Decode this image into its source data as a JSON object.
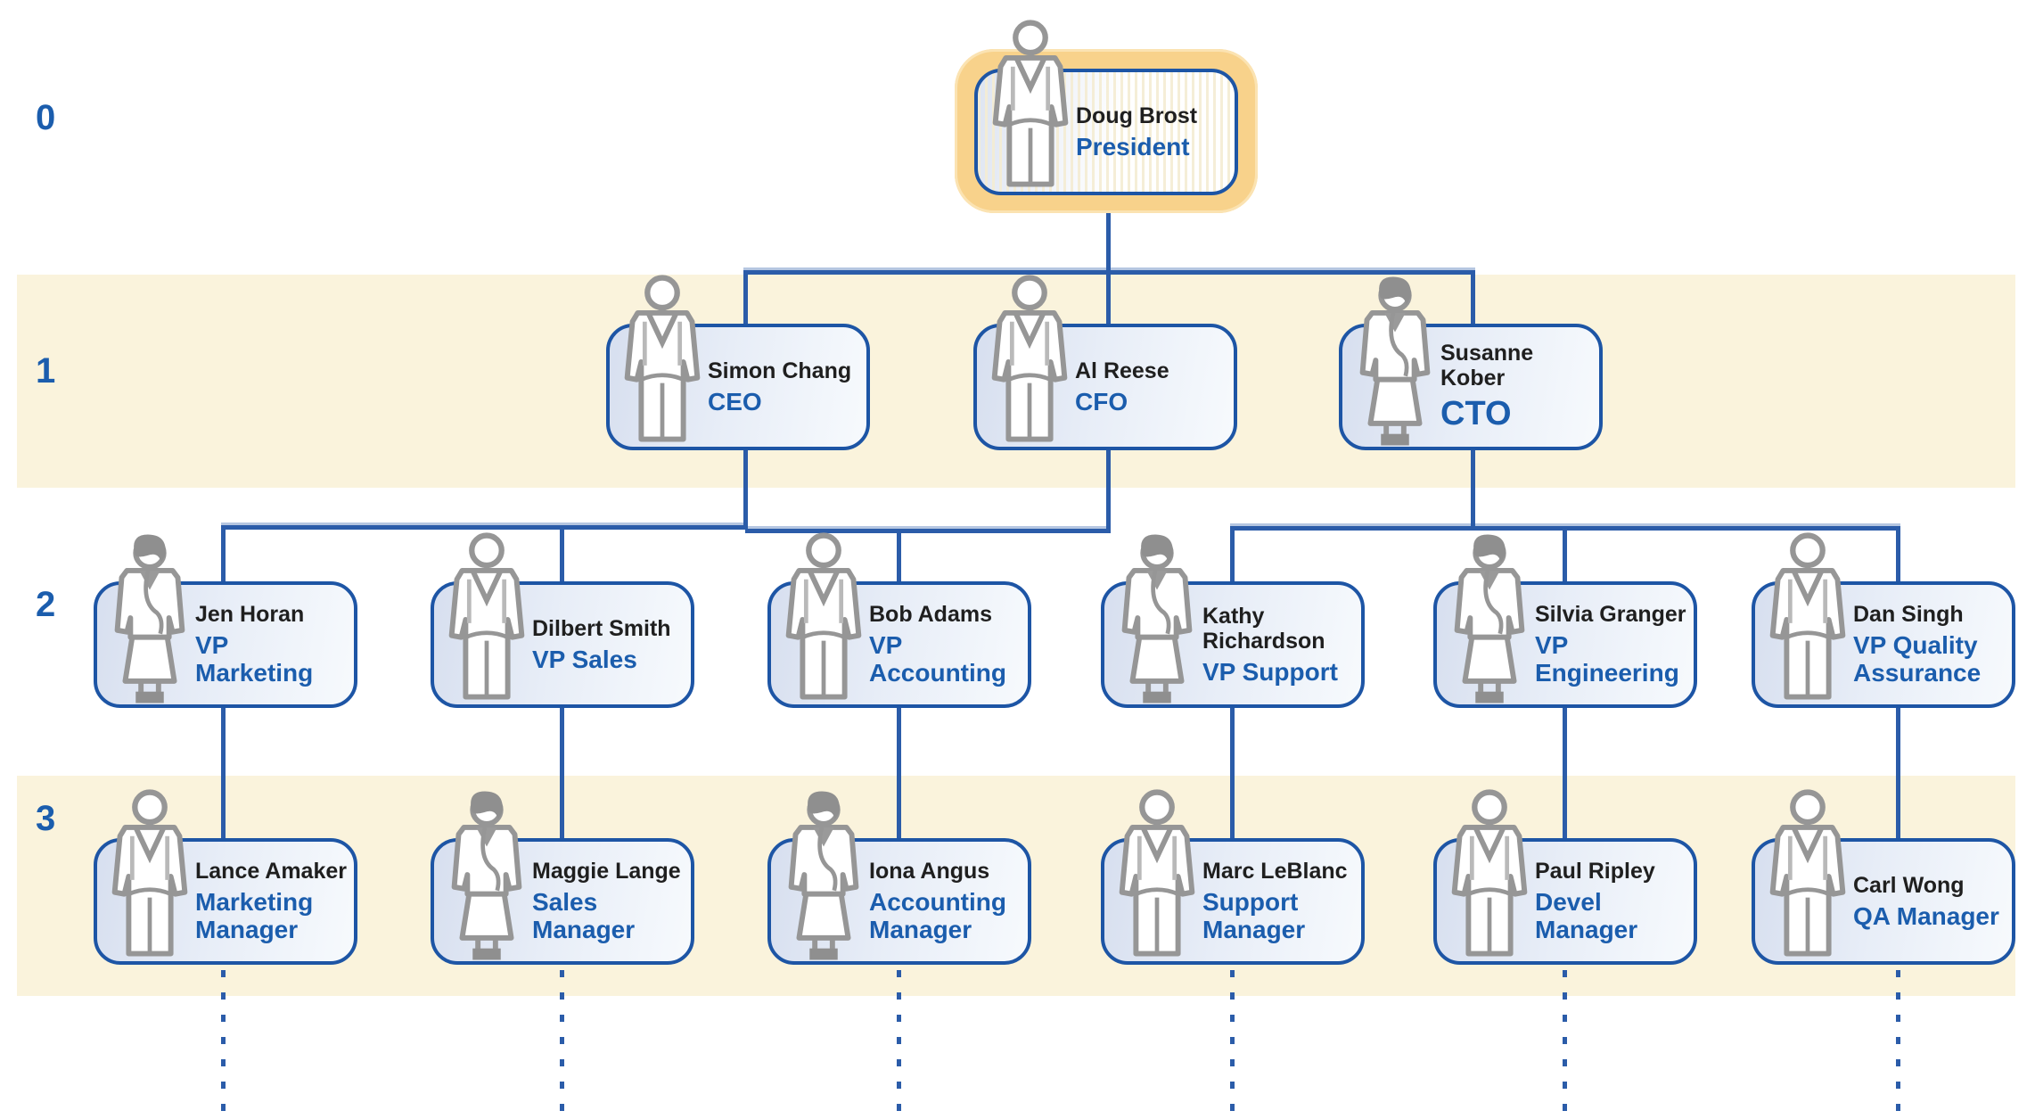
{
  "diagram": {
    "type": "org-chart",
    "levels": [
      {
        "label": "0"
      },
      {
        "label": "1"
      },
      {
        "label": "2"
      },
      {
        "label": "3"
      }
    ],
    "nodes": [
      {
        "name": "Doug Brost",
        "title": "President",
        "icon": "male",
        "level": 0,
        "reports_to": null,
        "highlighted": true
      },
      {
        "name": "Simon Chang",
        "title": "CEO",
        "icon": "male",
        "level": 1,
        "reports_to": "Doug Brost"
      },
      {
        "name": "Al Reese",
        "title": "CFO",
        "icon": "male",
        "level": 1,
        "reports_to": "Doug Brost"
      },
      {
        "name": "Susanne Kober",
        "title": "CTO",
        "icon": "female",
        "level": 1,
        "reports_to": "Doug Brost"
      },
      {
        "name": "Jen Horan",
        "title": "VP\nMarketing",
        "icon": "female",
        "level": 2,
        "reports_to": "Simon Chang"
      },
      {
        "name": "Dilbert Smith",
        "title": "VP Sales",
        "icon": "male",
        "level": 2,
        "reports_to": "Simon Chang"
      },
      {
        "name": "Bob Adams",
        "title": "VP\nAccounting",
        "icon": "male",
        "level": 2,
        "reports_to": "Al Reese"
      },
      {
        "name": "Kathy\nRichardson",
        "title": "VP Support",
        "icon": "female",
        "level": 2,
        "reports_to": "Susanne Kober"
      },
      {
        "name": "Silvia Granger",
        "title": "VP\nEngineering",
        "icon": "female",
        "level": 2,
        "reports_to": "Susanne Kober"
      },
      {
        "name": "Dan Singh",
        "title": "VP Quality\nAssurance",
        "icon": "male",
        "level": 2,
        "reports_to": "Susanne Kober"
      },
      {
        "name": "Lance Amaker",
        "title": "Marketing\nManager",
        "icon": "male",
        "level": 3,
        "reports_to": "Jen Horan"
      },
      {
        "name": "Maggie Lange",
        "title": "Sales\nManager",
        "icon": "female",
        "level": 3,
        "reports_to": "Dilbert Smith"
      },
      {
        "name": "Iona Angus",
        "title": "Accounting\nManager",
        "icon": "female",
        "level": 3,
        "reports_to": "Bob Adams"
      },
      {
        "name": "Marc LeBlanc",
        "title": "Support\nManager",
        "icon": "male",
        "level": 3,
        "reports_to": "Kathy Richardson"
      },
      {
        "name": "Paul Ripley",
        "title": "Devel\nManager",
        "icon": "male",
        "level": 3,
        "reports_to": "Silvia Granger"
      },
      {
        "name": "Carl Wong",
        "title": "QA Manager",
        "icon": "male",
        "level": 3,
        "reports_to": "Dan Singh"
      }
    ],
    "colors": {
      "box_border_blue": "#1d55a5",
      "title_blue": "#1b5dad",
      "name_black": "#1f1f1f",
      "connector_blue": "#2b5ca9",
      "band_cream": "#faf3dc",
      "highlight_yellow": "#f8d28b",
      "icon_gray": "#969696",
      "box_fill_light": "#e7edf7"
    }
  }
}
